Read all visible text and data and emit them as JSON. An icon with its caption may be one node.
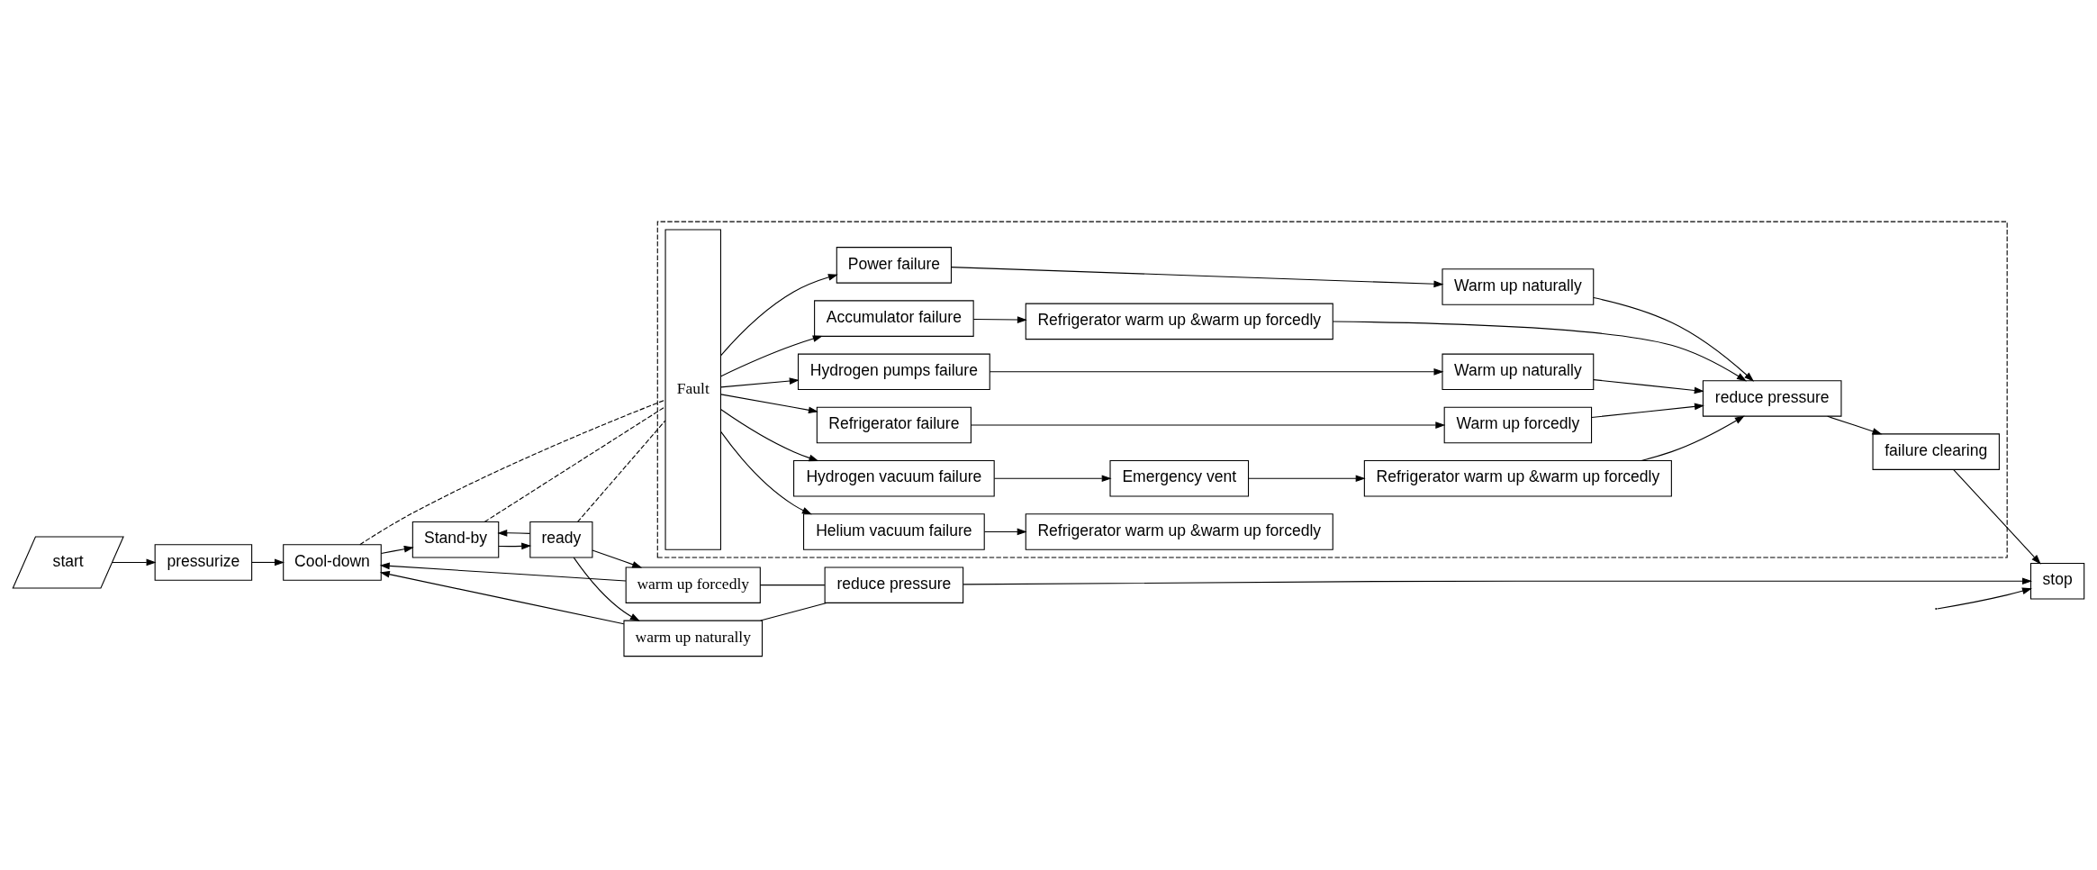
{
  "diagram": {
    "nodes": [
      {
        "text": [
          "start"
        ]
      },
      {
        "text": [
          "pressurize"
        ]
      },
      {
        "text": [
          "Cool-down"
        ]
      },
      {
        "text": [
          "Stand-by"
        ]
      },
      {
        "text": [
          "ready"
        ]
      },
      {
        "text": [
          "warm up forcedly"
        ]
      },
      {
        "text": [
          "warm up naturally"
        ]
      },
      {
        "text": [
          "reduce pressure"
        ]
      },
      {
        "text": [
          "stop"
        ]
      },
      {
        "text": [],
        "shape": "box"
      },
      {
        "text": [
          "Fault"
        ],
        "in": 9
      },
      {
        "text": [
          "Power failure"
        ],
        "in": 9
      },
      {
        "text": [
          "Warm up naturally"
        ],
        "in": 9
      },
      {
        "text": [
          "Helium vacuum failure"
        ],
        "in": 9
      },
      {
        "text": [
          "Refrigerator warm up &warm up forcedly"
        ],
        "in": 9
      },
      {
        "text": [
          "Hydrogen vacuum failure"
        ],
        "in": 9
      },
      {
        "text": [
          "Emergency vent"
        ],
        "in": 9
      },
      {
        "text": [
          "Refrigerator warm up &warm up forcedly"
        ],
        "in": 9
      },
      {
        "text": [
          "Refrigerator failure"
        ],
        "in": 9
      },
      {
        "text": [
          "Warm up forcedly"
        ],
        "in": 9
      },
      {
        "text": [
          "Hydrogen pumps failure"
        ],
        "in": 9
      },
      {
        "text": [
          "Warm up naturally"
        ],
        "in": 9
      },
      {
        "text": [
          "Accumulator failure"
        ],
        "in": 9
      },
      {
        "text": [
          "Refrigerator warm up &warm up forcedly"
        ],
        "in": 9
      },
      {
        "text": [
          "reduce pressure"
        ],
        "in": 9
      },
      {
        "text": [
          "failure clearing"
        ],
        "in": 9
      }
    ],
    "edges": [
      {
        "from": 0,
        "to": 1,
        "arrow": "to"
      },
      {
        "from": 1,
        "to": 2,
        "arrow": "to"
      },
      {
        "from": 2,
        "to": 3,
        "arrow": "to"
      },
      {
        "from": 3,
        "to": 4,
        "arrow": "to"
      },
      {
        "from": 4,
        "to": 3,
        "arrow": "to"
      },
      {
        "from": 4,
        "to": 5,
        "arrow": "to"
      },
      {
        "from": 4,
        "to": 6,
        "arrow": "to"
      },
      {
        "from": 5,
        "to": 2,
        "arrow": "to"
      },
      {
        "from": 6,
        "to": 2,
        "arrow": "to"
      },
      {
        "from": 5,
        "to": 7,
        "arrow": "none"
      },
      {
        "from": 6,
        "to": 7,
        "arrow": "none"
      },
      {
        "from": 7,
        "to": 8,
        "arrow": "to"
      },
      {
        "from": null,
        "to": 8,
        "arrow": "to"
      },
      {
        "from": 2,
        "to": 10,
        "arrow": "none",
        "style": "dashed"
      },
      {
        "from": 3,
        "to": 10,
        "arrow": "none",
        "style": "dashed"
      },
      {
        "from": 4,
        "to": 10,
        "arrow": "none",
        "style": "dashed"
      },
      {
        "from": 10,
        "to": 11,
        "arrow": "to"
      },
      {
        "from": 10,
        "to": 13,
        "arrow": "to"
      },
      {
        "from": 10,
        "to": 15,
        "arrow": "to"
      },
      {
        "from": 10,
        "to": 18,
        "arrow": "to"
      },
      {
        "from": 10,
        "to": 20,
        "arrow": "to"
      },
      {
        "from": 10,
        "to": 22,
        "arrow": "to"
      },
      {
        "from": 11,
        "to": 12,
        "arrow": "to"
      },
      {
        "from": 13,
        "to": 14,
        "arrow": "to"
      },
      {
        "from": 15,
        "to": 16,
        "arrow": "to"
      },
      {
        "from": 16,
        "to": 17,
        "arrow": "to"
      },
      {
        "from": 18,
        "to": 19,
        "arrow": "to"
      },
      {
        "from": 20,
        "to": 21,
        "arrow": "to"
      },
      {
        "from": 22,
        "to": 23,
        "arrow": "to"
      },
      {
        "from": 12,
        "to": 24,
        "arrow": "to"
      },
      {
        "from": 17,
        "to": 24,
        "arrow": "to"
      },
      {
        "from": 19,
        "to": 24,
        "arrow": "to"
      },
      {
        "from": 21,
        "to": 24,
        "arrow": "to"
      },
      {
        "from": 23,
        "to": 24,
        "arrow": "to"
      },
      {
        "from": 24,
        "to": 25,
        "arrow": "to"
      },
      {
        "from": 25,
        "to": 8,
        "arrow": "to"
      }
    ]
  }
}
